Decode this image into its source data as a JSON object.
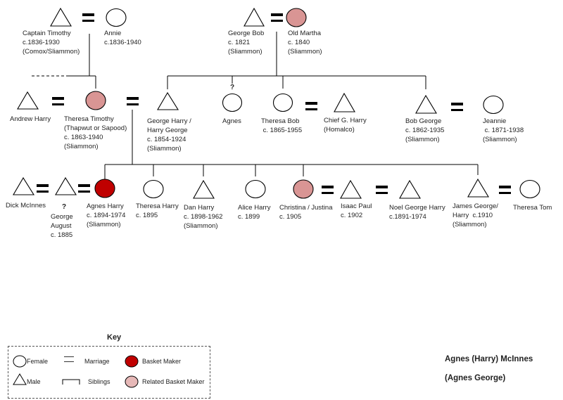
{
  "diagram": {
    "title": "Agnes (Harry) McInnes",
    "subtitle": "(Agnes George)",
    "colors": {
      "basket_maker": "#c00000",
      "related_basket_maker": "#d99594",
      "line": "#000000"
    },
    "people": {
      "captain_timothy": {
        "name": "Captain Timothy",
        "lines": [
          "Captain Timothy",
          "c.1836-1930",
          "(Comox/Sliammon)"
        ],
        "sex": "male",
        "status": "none"
      },
      "annie": {
        "name": "Annie",
        "lines": [
          "Annie",
          "c.1836-1940"
        ],
        "sex": "female",
        "status": "none"
      },
      "george_bob": {
        "name": "George Bob",
        "lines": [
          "George Bob",
          "c. 1821",
          "(Sliammon)"
        ],
        "sex": "male",
        "status": "none"
      },
      "old_martha": {
        "name": "Old Martha",
        "lines": [
          "Old Martha",
          "c. 1840",
          "(Sliammon)"
        ],
        "sex": "female",
        "status": "related_basket_maker"
      },
      "andrew_harry": {
        "name": "Andrew Harry",
        "lines": [
          "Andrew Harry"
        ],
        "sex": "male",
        "status": "none"
      },
      "theresa_timothy": {
        "name": "Theresa Timothy",
        "lines": [
          "Theresa Timothy",
          "(Thapwut or Sapood)",
          "c. 1863-1940",
          "(Sliammon)"
        ],
        "sex": "female",
        "status": "related_basket_maker"
      },
      "george_harry": {
        "name": "George Harry / Harry George",
        "lines": [
          "George Harry /",
          "Harry George",
          "c. 1854-1924",
          "(Sliammon)"
        ],
        "sex": "male",
        "status": "none"
      },
      "agnes": {
        "name": "Agnes",
        "lines": [
          "Agnes"
        ],
        "sex": "female",
        "status": "none",
        "uncertain": "?"
      },
      "theresa_bob": {
        "name": "Theresa Bob",
        "lines": [
          "Theresa Bob",
          " c. 1865-1955"
        ],
        "sex": "female",
        "status": "none"
      },
      "chief_g_harry": {
        "name": "Chief G. Harry",
        "lines": [
          "Chief G. Harry",
          "(Homalco)"
        ],
        "sex": "male",
        "status": "none"
      },
      "bob_george": {
        "name": "Bob George",
        "lines": [
          "Bob George",
          "c. 1862-1935",
          "(Sliammon)"
        ],
        "sex": "male",
        "status": "none"
      },
      "jeannie": {
        "name": "Jeannie",
        "lines": [
          "Jeannie",
          " c. 1871-1938",
          "(Sliammon)"
        ],
        "sex": "female",
        "status": "none"
      },
      "dick_mcinnes": {
        "name": "Dick McInnes",
        "lines": [
          "Dick McInnes"
        ],
        "sex": "male",
        "status": "none"
      },
      "george_august": {
        "name": "George August",
        "lines": [
          "George",
          "August",
          "c. 1885"
        ],
        "sex": "male",
        "status": "none",
        "uncertain": "?"
      },
      "agnes_harry": {
        "name": "Agnes Harry",
        "lines": [
          "Agnes Harry",
          "c. 1894-1974",
          "(Sliammon)"
        ],
        "sex": "female",
        "status": "basket_maker"
      },
      "theresa_harry": {
        "name": "Theresa Harry",
        "lines": [
          "Theresa Harry",
          "c. 1895"
        ],
        "sex": "female",
        "status": "none"
      },
      "dan_harry": {
        "name": "Dan Harry",
        "lines": [
          "Dan Harry",
          "c. 1898-1962",
          "(Sliammon)"
        ],
        "sex": "male",
        "status": "none"
      },
      "alice_harry": {
        "name": "Alice Harry",
        "lines": [
          "Alice Harry",
          "c. 1899"
        ],
        "sex": "female",
        "status": "none"
      },
      "christina": {
        "name": "Christina / Justina",
        "lines": [
          "Christina / Justina",
          "c. 1905"
        ],
        "sex": "female",
        "status": "related_basket_maker"
      },
      "isaac_paul": {
        "name": "Isaac Paul",
        "lines": [
          "Isaac Paul",
          "c. 1902"
        ],
        "sex": "male",
        "status": "none"
      },
      "noel_george_harry": {
        "name": "Noel George Harry",
        "lines": [
          "Noel George Harry",
          "c.1891-1974"
        ],
        "sex": "male",
        "status": "none"
      },
      "james_george": {
        "name": "James George/ Harry",
        "lines": [
          "James George/",
          "Harry  c.1910",
          "(Sliammon)"
        ],
        "sex": "male",
        "status": "none"
      },
      "theresa_tom": {
        "name": "Theresa Tom",
        "lines": [
          "Theresa Tom"
        ],
        "sex": "female",
        "status": "none"
      }
    },
    "marriages": [
      [
        "captain_timothy",
        "annie"
      ],
      [
        "george_bob",
        "old_martha"
      ],
      [
        "andrew_harry",
        "theresa_timothy"
      ],
      [
        "theresa_timothy",
        "george_harry"
      ],
      [
        "theresa_bob",
        "chief_g_harry"
      ],
      [
        "bob_george",
        "jeannie"
      ],
      [
        "dick_mcinnes",
        "george_august"
      ],
      [
        "george_august",
        "agnes_harry"
      ],
      [
        "christina",
        "isaac_paul"
      ],
      [
        "isaac_paul",
        "noel_george_harry"
      ],
      [
        "james_george",
        "theresa_tom"
      ]
    ],
    "sibling_groups": [
      {
        "parents": [
          "captain_timothy",
          "annie"
        ],
        "children": [
          "theresa_timothy"
        ]
      },
      {
        "parents": [
          "george_bob",
          "old_martha"
        ],
        "children": [
          "george_harry",
          "agnes",
          "theresa_bob",
          "bob_george"
        ]
      },
      {
        "parents": [
          "theresa_timothy",
          "george_harry"
        ],
        "children": [
          "agnes_harry",
          "theresa_harry",
          "dan_harry",
          "alice_harry",
          "christina",
          "james_george"
        ]
      }
    ]
  },
  "key": {
    "title": "Key",
    "items": [
      {
        "symbol": "circle-empty",
        "label": "Female"
      },
      {
        "symbol": "equals",
        "label": "Marriage"
      },
      {
        "symbol": "circle-red",
        "label": "Basket Maker"
      },
      {
        "symbol": "triangle",
        "label": "Male"
      },
      {
        "symbol": "bracket",
        "label": "Siblings"
      },
      {
        "symbol": "circle-pink",
        "label": "Related Basket Maker"
      }
    ]
  }
}
